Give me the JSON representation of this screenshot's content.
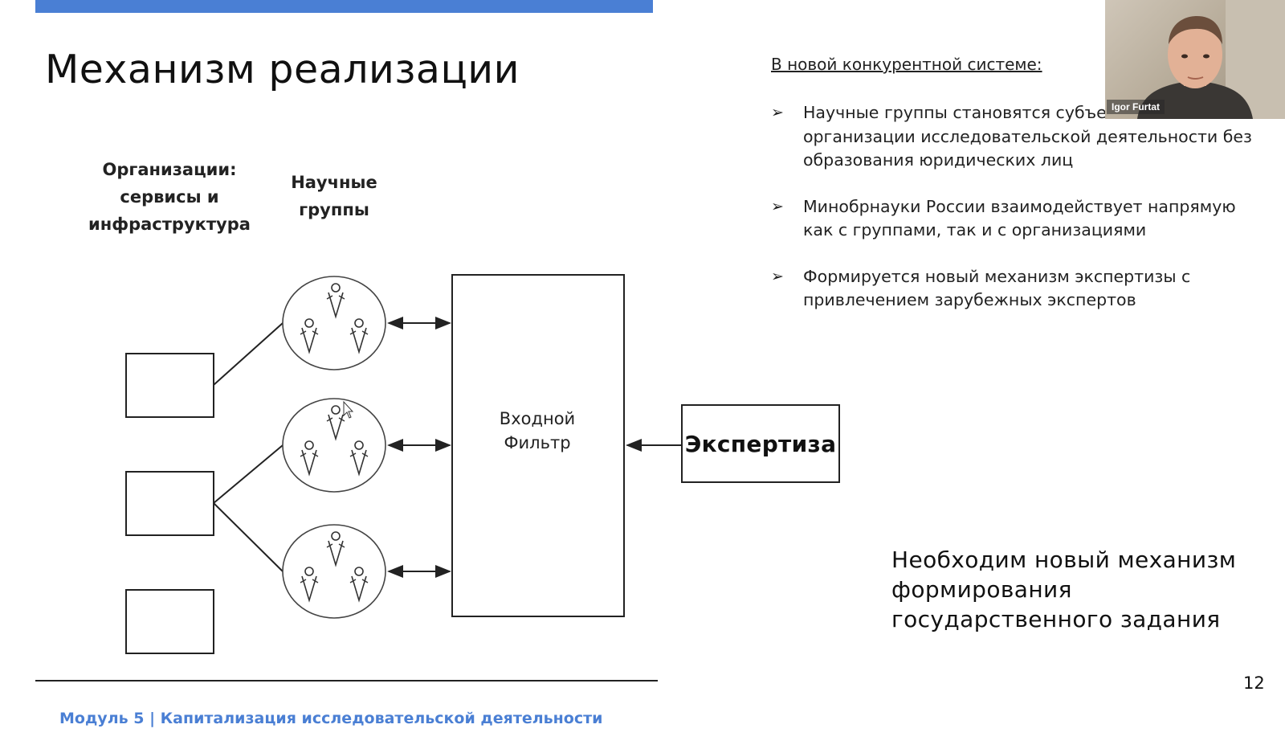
{
  "slide": {
    "title": "Механизм реализации",
    "page_number": "12",
    "footer": "Модуль 5 | Капитализация исследовательской деятельности",
    "accent_color": "#4a7fd4"
  },
  "diagram": {
    "organizations_heading": "Организации:\nсервисы и\nинфраструктура",
    "groups_heading": "Научные\nгруппы",
    "filter_label": "Входной\nФильтр",
    "expertise_label": "Экспертиза"
  },
  "system": {
    "heading": "В новой конкурентной системе:",
    "bullets": [
      "Научные группы становятся субъектами в системе\nорганизации исследовательской деятельности без\nобразования юридических лиц",
      "Минобрнауки России взаимодействует  напрямую\nкак с группами, так и с организациями",
      "Формируется новый механизм экспертизы с\nпривлечением зарубежных экспертов"
    ],
    "bullet_icon": "arrowhead-bullet-icon"
  },
  "conclusion": "Необходим новый механизм\nформирования\nгосударственного задания",
  "video": {
    "participant_name": "Igor Furtat"
  }
}
